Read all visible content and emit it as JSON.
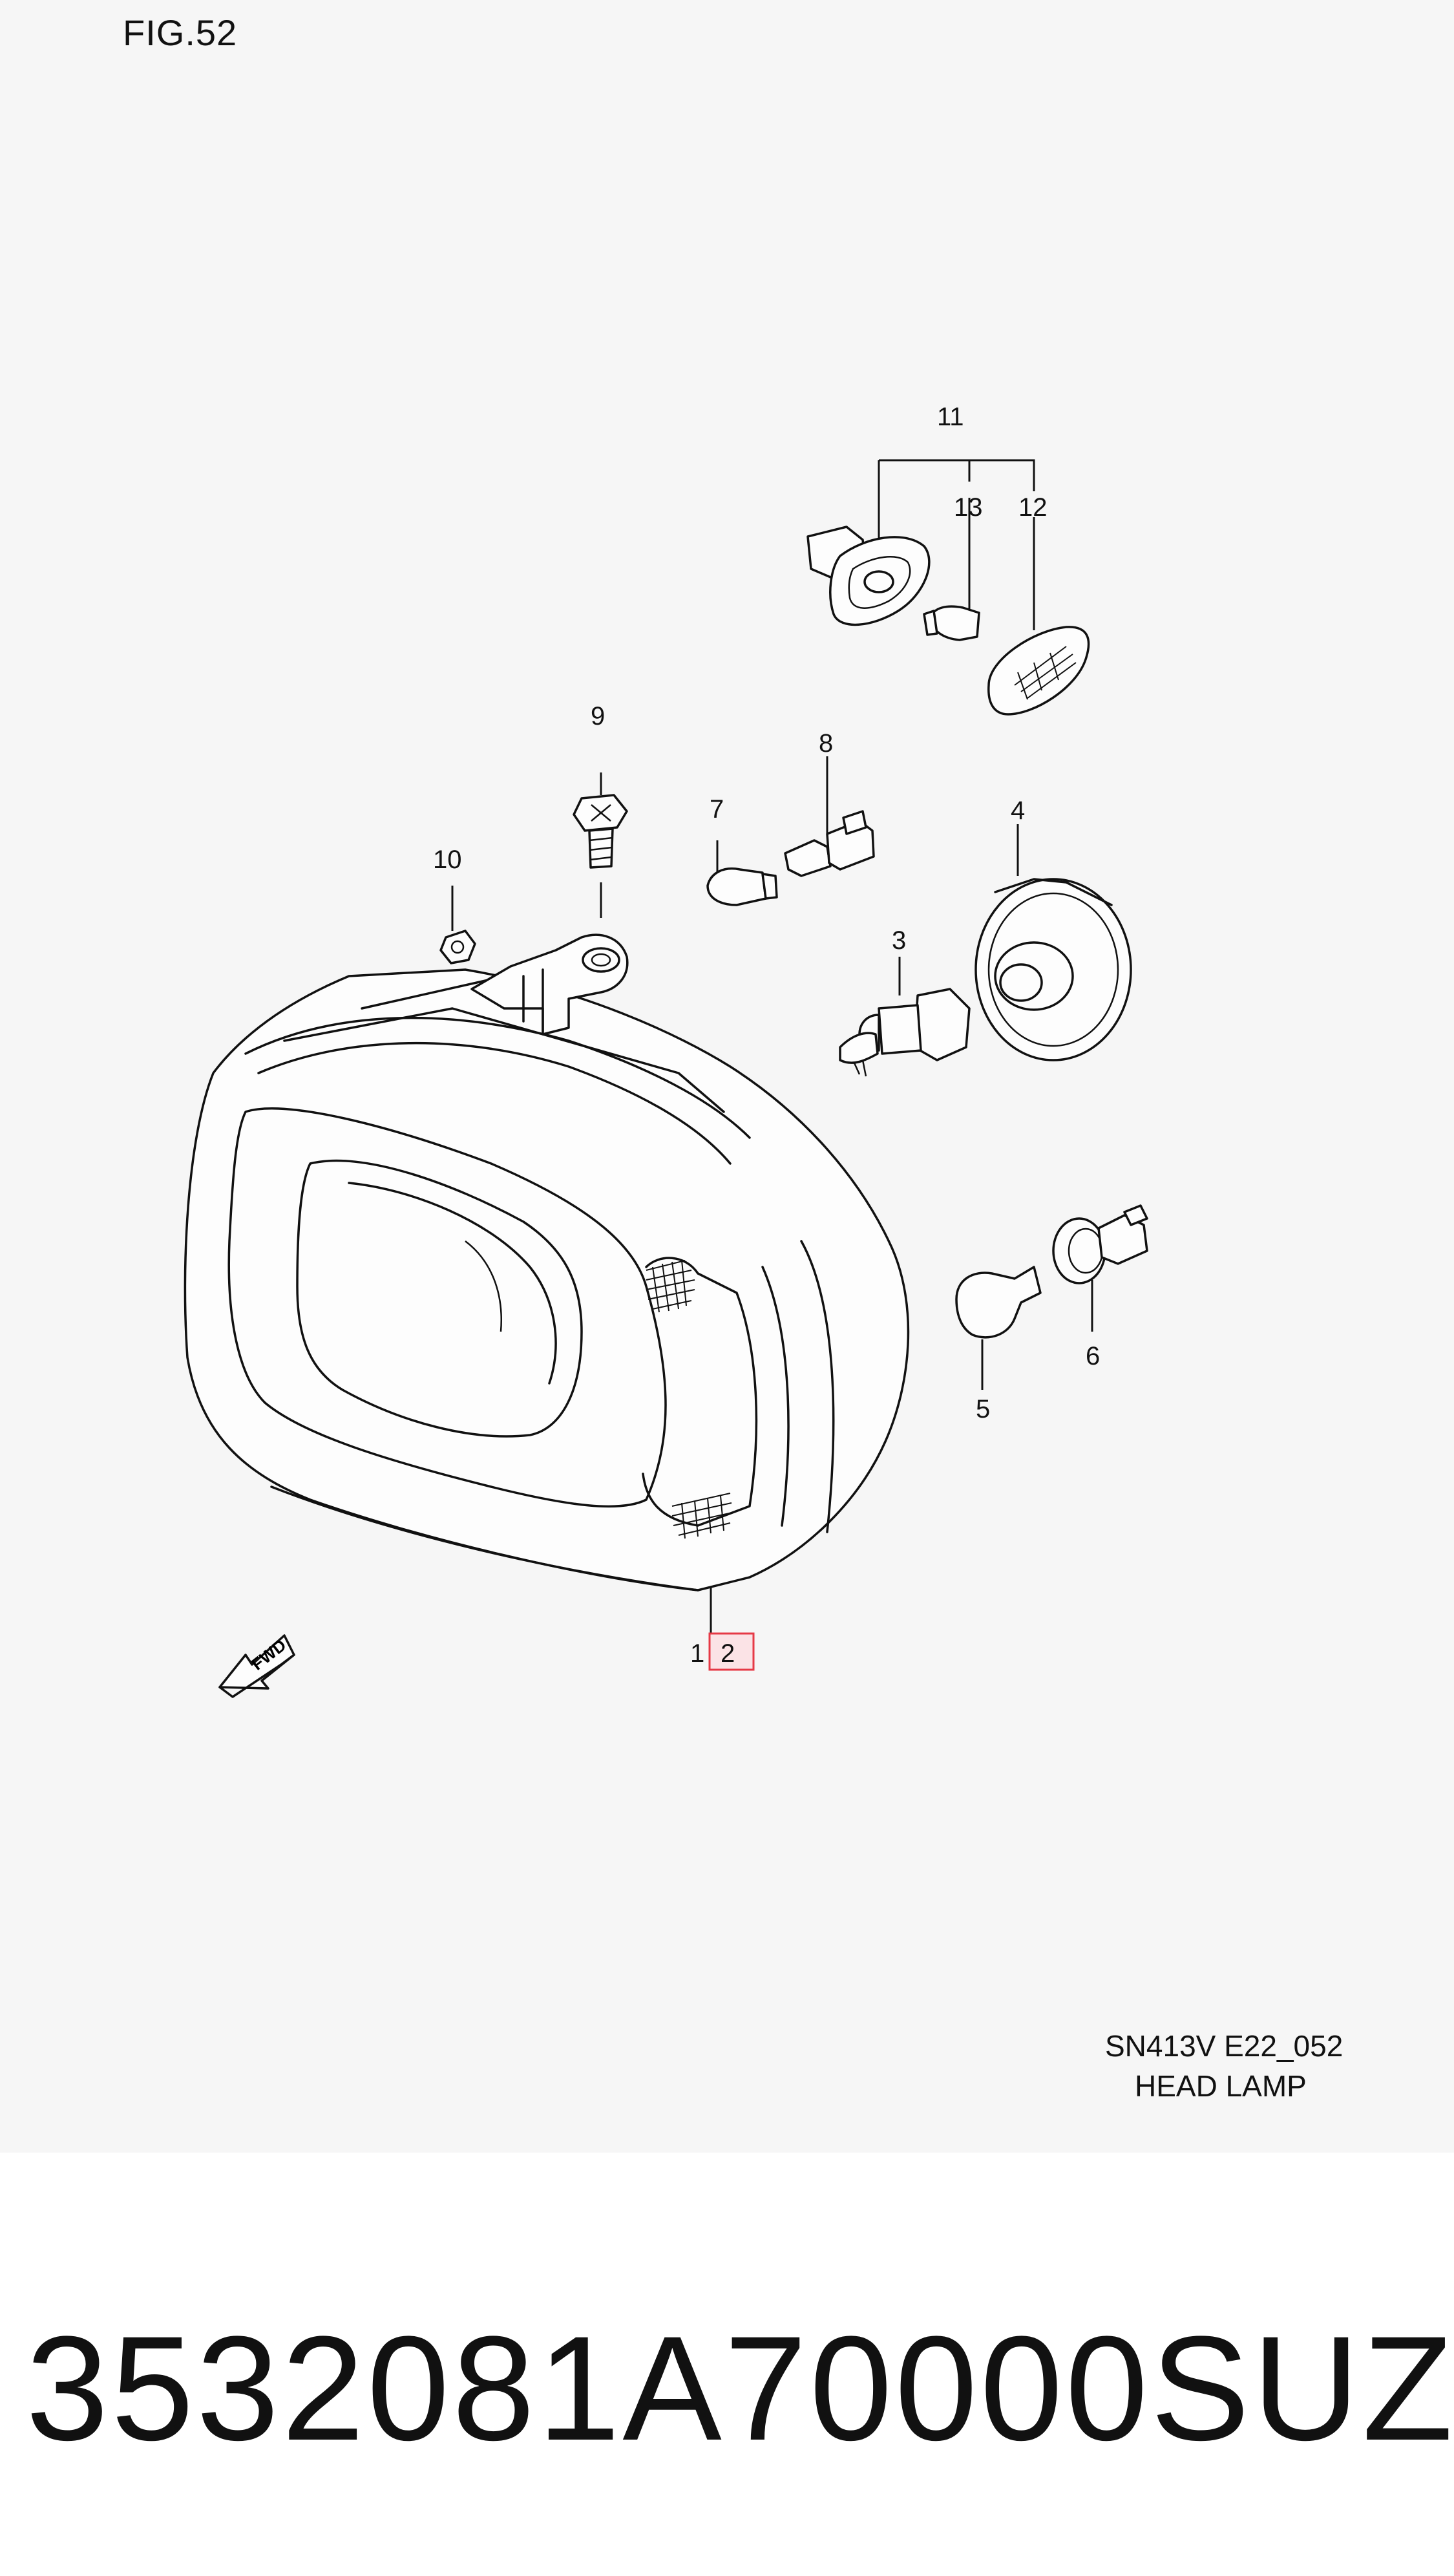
{
  "figure": {
    "title": "FIG.52",
    "model_code": "SN413V E22_052",
    "model_name": "HEAD LAMP"
  },
  "callouts": {
    "c1": "1",
    "c2": "2",
    "c3": "3",
    "c4": "4",
    "c5": "5",
    "c6": "6",
    "c7": "7",
    "c8": "8",
    "c9": "9",
    "c10": "10",
    "c11": "11",
    "c12": "12",
    "c13": "13"
  },
  "fwd_label": "FWD",
  "caption": {
    "part_number": "3532081A70000",
    "brand": "SUZUKI"
  },
  "highlight_color": "#e63946"
}
